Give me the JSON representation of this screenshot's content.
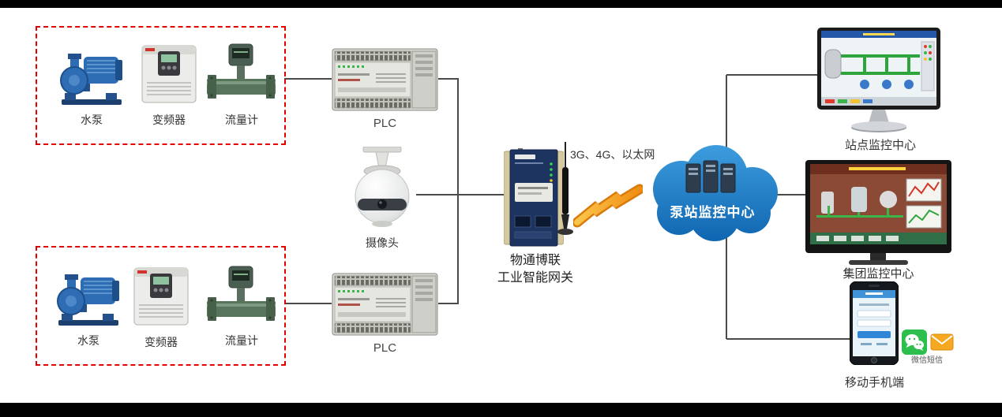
{
  "colors": {
    "dashed_box": "#e60000",
    "wire": "#4a4a4a",
    "cloud_blue": "#1583d6",
    "lightning_orange": "#f79b1d",
    "wechat_green": "#2dbf4e"
  },
  "left_top_group": {
    "items": [
      {
        "label": "水泵"
      },
      {
        "label": "变频器"
      },
      {
        "label": "流量计"
      }
    ]
  },
  "left_bottom_group": {
    "items": [
      {
        "label": "水泵"
      },
      {
        "label": "变频器"
      },
      {
        "label": "流量计"
      }
    ]
  },
  "middle": {
    "plc_top_label": "PLC",
    "camera_label": "摄像头",
    "plc_bottom_label": "PLC",
    "gateway_label_line1": "物通博联",
    "gateway_label_line2": "工业智能网关",
    "network_label": "3G、4G、以太网"
  },
  "cloud": {
    "label": "泵站监控中心"
  },
  "right": {
    "site_monitor_label": "站点监控中心",
    "group_monitor_label": "集团监控中心",
    "mobile_label": "移动手机端",
    "messaging_label": "微信短信"
  }
}
